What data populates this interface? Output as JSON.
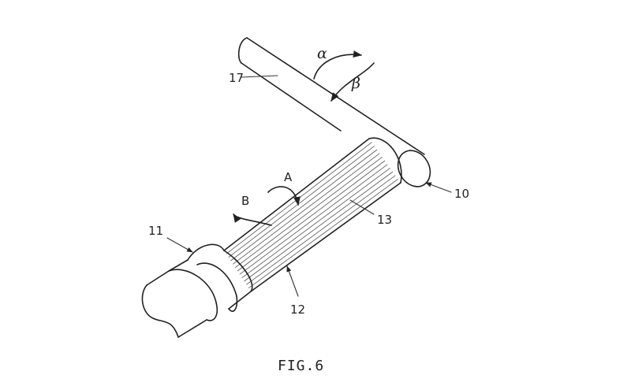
{
  "caption": "FIG.6",
  "labels": {
    "handle": "17",
    "handle_end": "10",
    "grip_body": "13",
    "grip_assembly": "12",
    "collar": "11",
    "rotation_a": "A",
    "rotation_b": "B",
    "rotation_alpha": "α",
    "rotation_beta": "β"
  }
}
